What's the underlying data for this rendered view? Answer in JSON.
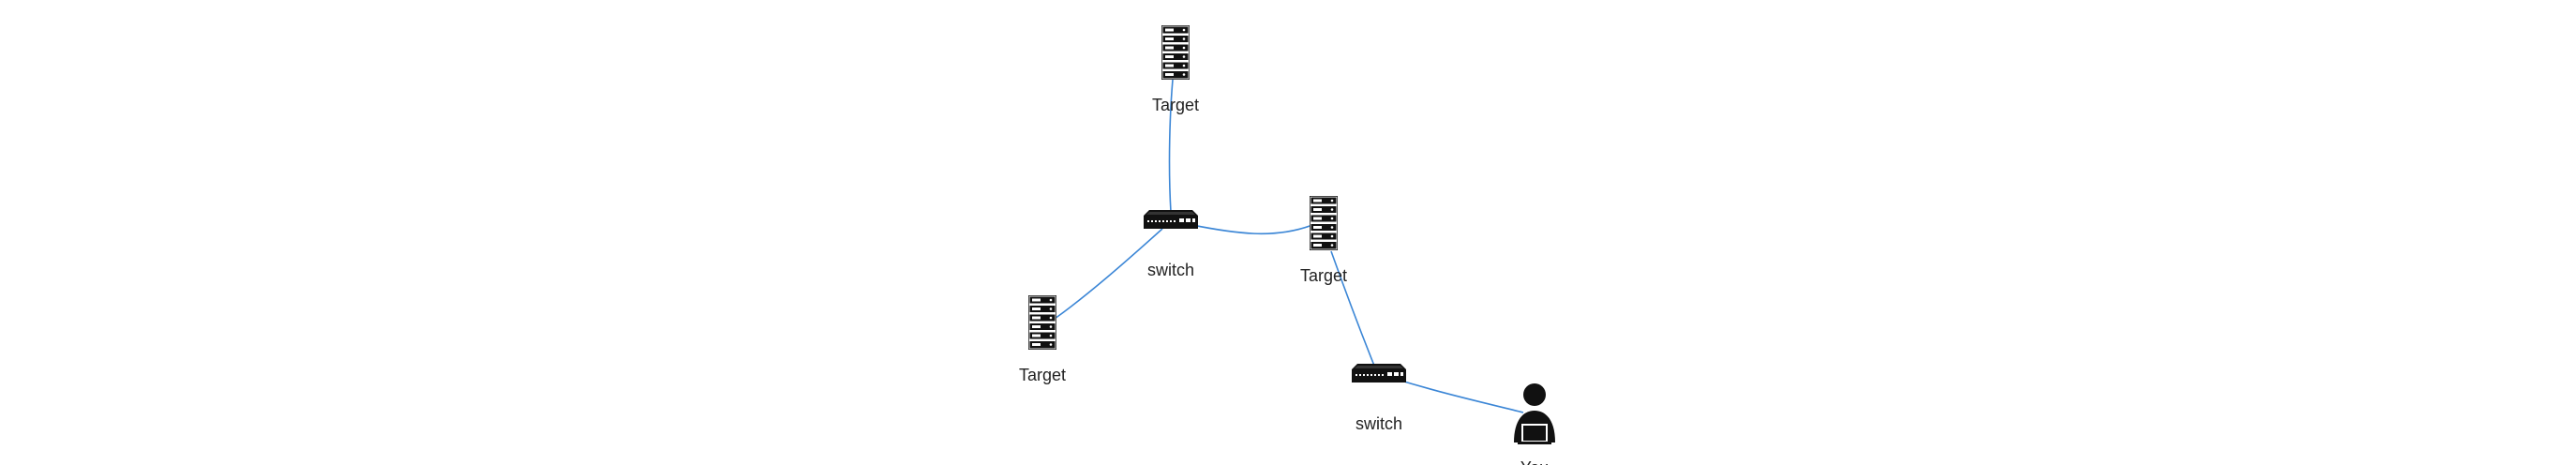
{
  "colors": {
    "edge": "#3b86d6",
    "icon": "#111111",
    "label": "#222222"
  },
  "nodes": [
    {
      "id": "target-1",
      "type": "server-icon",
      "label": "Target"
    },
    {
      "id": "switch-1",
      "type": "switch-icon",
      "label": "switch"
    },
    {
      "id": "target-2",
      "type": "server-icon",
      "label": "Target"
    },
    {
      "id": "target-3",
      "type": "server-icon",
      "label": "Target"
    },
    {
      "id": "switch-2",
      "type": "switch-icon",
      "label": "switch"
    },
    {
      "id": "you",
      "type": "user-laptop-icon",
      "label": "You"
    }
  ],
  "edges": [
    {
      "from": "target-1",
      "to": "switch-1"
    },
    {
      "from": "switch-1",
      "to": "target-2"
    },
    {
      "from": "switch-1",
      "to": "target-3"
    },
    {
      "from": "target-2",
      "to": "switch-2"
    },
    {
      "from": "switch-2",
      "to": "you"
    }
  ]
}
